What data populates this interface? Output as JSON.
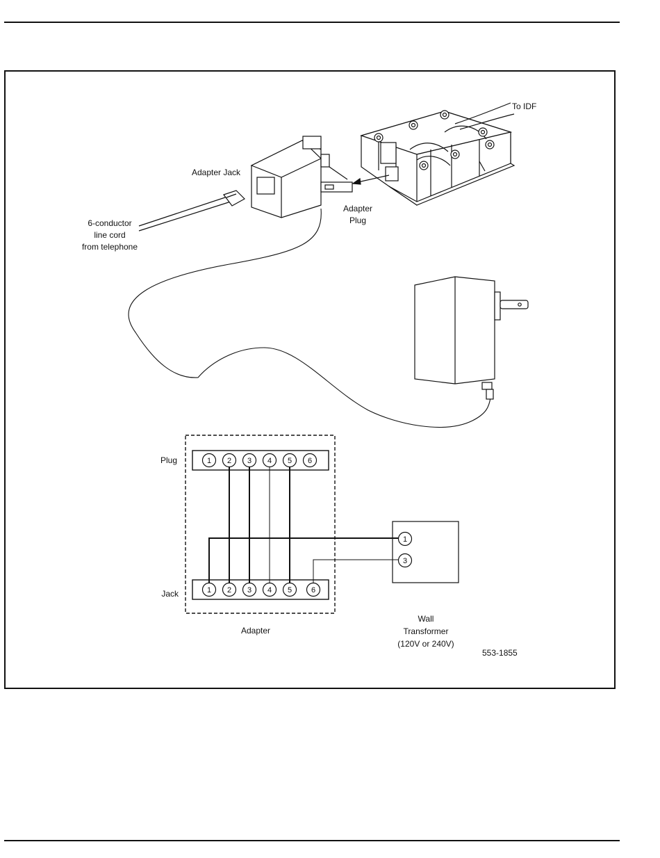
{
  "illustration": {
    "to_idf": "To IDF",
    "adapter_jack": "Adapter Jack",
    "adapter_plug_line1": "Adapter",
    "adapter_plug_line2": "Plug",
    "line_cord_line1": "6-conductor",
    "line_cord_line2": "line cord",
    "line_cord_line3": "from telephone"
  },
  "schematic": {
    "plug_label": "Plug",
    "jack_label": "Jack",
    "adapter_caption": "Adapter",
    "plug_pins": [
      "1",
      "2",
      "3",
      "4",
      "5",
      "6"
    ],
    "jack_pins": [
      "1",
      "2",
      "3",
      "4",
      "5",
      "6"
    ],
    "transformer_pins": [
      "1",
      "3"
    ],
    "transformer_line1": "Wall",
    "transformer_line2": "Transformer",
    "transformer_line3": "(120V or 240V)",
    "figure_id": "553-1855"
  }
}
